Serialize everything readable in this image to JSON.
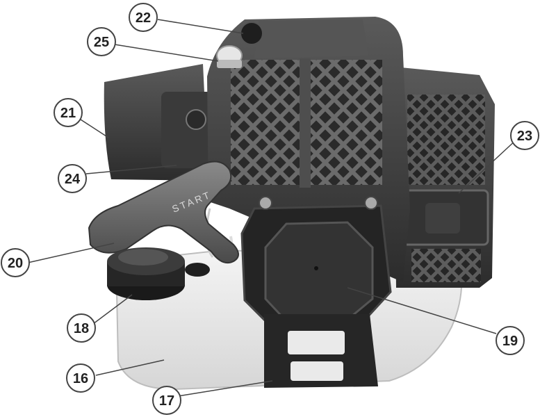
{
  "figure": {
    "callouts": [
      {
        "id": "c22",
        "label": "22"
      },
      {
        "id": "c25",
        "label": "25"
      },
      {
        "id": "c21",
        "label": "21"
      },
      {
        "id": "c23",
        "label": "23"
      },
      {
        "id": "c24",
        "label": "24"
      },
      {
        "id": "c20",
        "label": "20"
      },
      {
        "id": "c18",
        "label": "18"
      },
      {
        "id": "c19",
        "label": "19"
      },
      {
        "id": "c16",
        "label": "16"
      },
      {
        "id": "c17",
        "label": "17"
      }
    ],
    "handle_text": "START"
  }
}
